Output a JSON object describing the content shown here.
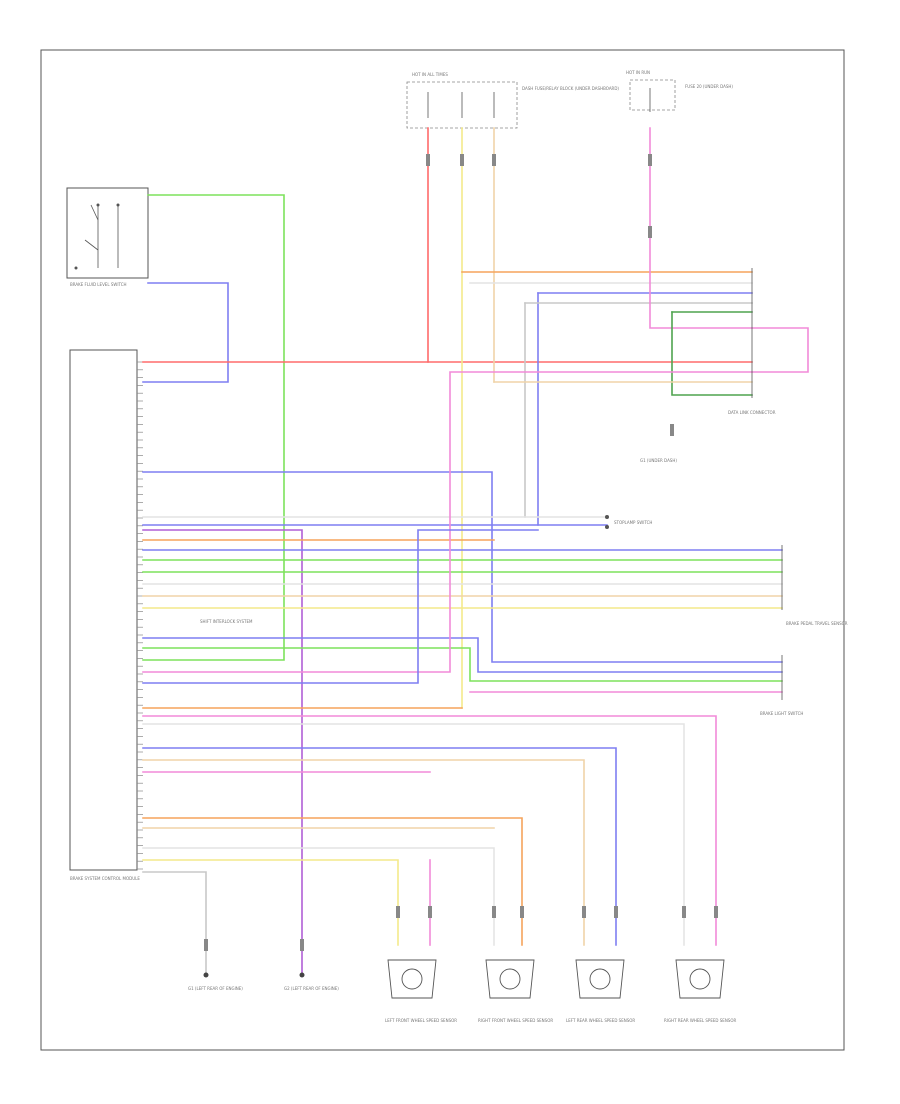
{
  "footer_code": "",
  "colors": {
    "red": "#ff6b6b",
    "green": "#7de25c",
    "blue": "#7f7ff2",
    "yellow": "#f3e98a",
    "orange": "#f5a35c",
    "pink": "#f28ad8",
    "purple": "#b15fd6",
    "tan": "#f0d4a8",
    "gray": "#c8c8c8",
    "brown": "#b58a53",
    "dkgreen": "#4fa34f",
    "lgray": "#e4e4e4"
  },
  "components": {
    "module_label": "BRAKE SYSTEM CONTROL MODULE",
    "switch_label": "BRAKE FLUID LEVEL SWITCH",
    "top_junction_label": "HOT IN ALL TIMES",
    "top_junction_desc": "DASH FUSE/RELAY BLOCK (UNDER DASHBOARD)",
    "right_junction_label": "HOT IN RUN",
    "right_junction_desc": "FUSE 20 (UNDER DASH)",
    "dlc_label": "DATA LINK CONNECTOR",
    "dlc_ground": "G1 (UNDER DASH)",
    "stop_lamp_label": "STOPLAMP SWITCH",
    "shift_label": "SHIFT INTERLOCK SYSTEM",
    "brake_pedal_label": "BRAKE PEDAL TRAVEL SENSOR",
    "brake_light_label": "BRAKE LIGHT SWITCH",
    "ground_left": "G1 (LEFT REAR OF ENGINE)",
    "ground_right": "G2 (LEFT REAR OF ENGINE)",
    "sensors": [
      "LEFT FRONT WHEEL SPEED SENSOR",
      "RIGHT FRONT WHEEL SPEED SENSOR",
      "LEFT REAR WHEEL SPEED SENSOR",
      "RIGHT REAR WHEEL SPEED SENSOR"
    ]
  }
}
